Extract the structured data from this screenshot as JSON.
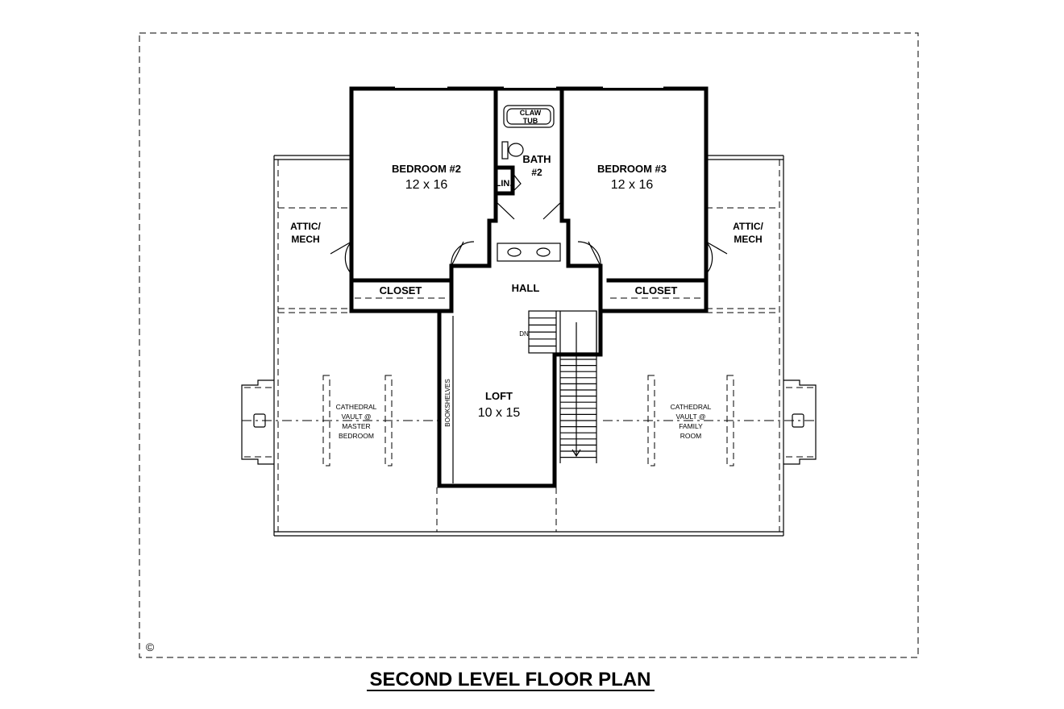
{
  "title": "SECOND LEVEL FLOOR PLAN",
  "copyright": "©",
  "rooms": {
    "bedroom2": {
      "name": "BEDROOM #2",
      "size": "12 x 16"
    },
    "bedroom3": {
      "name": "BEDROOM #3",
      "size": "12 x 16"
    },
    "bath": {
      "name": "BATH",
      "number": "#2"
    },
    "claw_tub": {
      "line1": "CLAW",
      "line2": "TUB"
    },
    "linen": "LIN.",
    "attic_left": {
      "line1": "ATTIC/",
      "line2": "MECH"
    },
    "attic_right": {
      "line1": "ATTIC/",
      "line2": "MECH"
    },
    "closet_left": "CLOSET",
    "closet_right": "CLOSET",
    "hall": "HALL",
    "loft": {
      "name": "LOFT",
      "size": "10 x 15"
    },
    "bookshelves": "BOOKSHELVES",
    "stair_dn": "DN",
    "vault_left": {
      "line1": "CATHEDRAL",
      "line2": "VAULT @",
      "line3": "MASTER",
      "line4": "BEDROOM"
    },
    "vault_right": {
      "line1": "CATHEDRAL",
      "line2": "VAULT @",
      "line3": "FAMILY",
      "line4": "ROOM"
    }
  }
}
